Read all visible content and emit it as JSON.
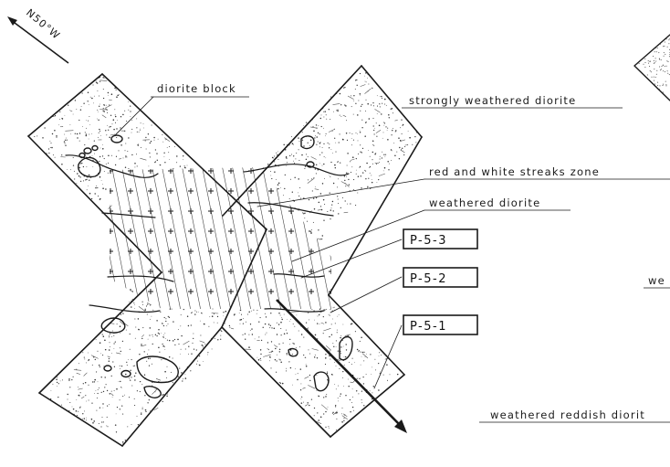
{
  "orientation": {
    "label": "N50°W",
    "icon": "arrow-icon"
  },
  "labels": {
    "diorite_block": "diorite block",
    "strongly_weathered": "strongly weathered diorite",
    "red_white": "red and white streaks zone",
    "weathered": "weathered diorite",
    "weathered_cut": "we",
    "reddish": "weathered reddish diorit"
  },
  "samples": [
    {
      "id": "P-5-3"
    },
    {
      "id": "P-5-2"
    },
    {
      "id": "P-5-1"
    }
  ],
  "colors": {
    "ink": "#1a1a1a",
    "paper": "#ffffff"
  }
}
